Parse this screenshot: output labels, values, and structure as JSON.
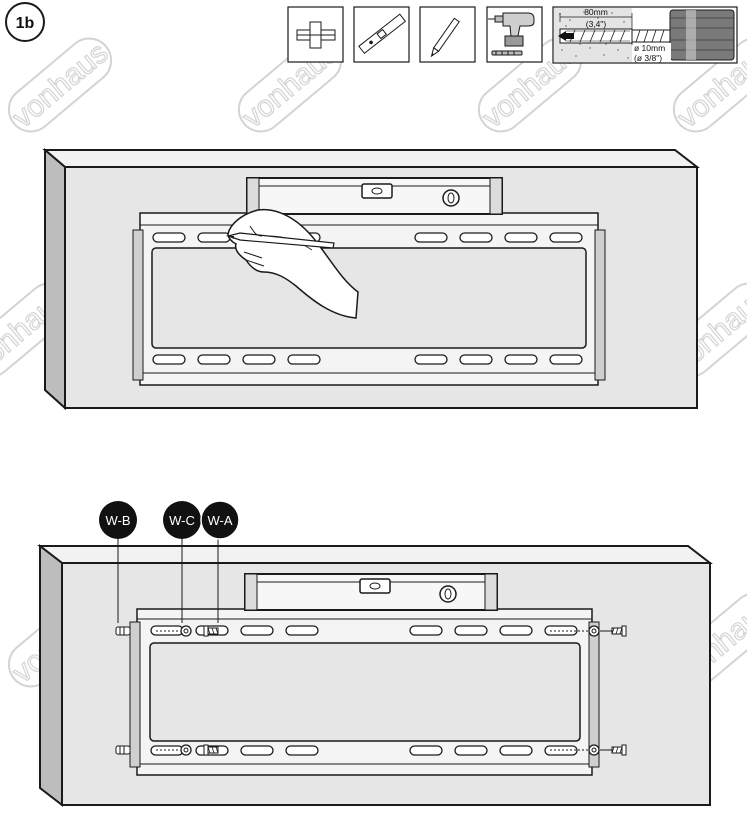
{
  "step": {
    "label": "1b"
  },
  "tools": [
    {
      "icon": "spacer-plate-icon"
    },
    {
      "icon": "spirit-level-icon"
    },
    {
      "icon": "pencil-icon"
    },
    {
      "icon": "power-drill-icon"
    },
    {
      "icon": "drill-depth-diagram-icon"
    }
  ],
  "drill_spec": {
    "depth_mm": "80mm",
    "depth_in": "(3,4\")",
    "diameter_mm": "ø 10mm",
    "diameter_in": "(ø 3/8\")"
  },
  "hardware_labels": {
    "wb": "W-B",
    "wc": "W-C",
    "wa": "W-A"
  },
  "watermark": {
    "text": "vonhaus"
  },
  "colors": {
    "wall": "#e6e6e6",
    "outline": "#1a1a1a",
    "badge": "#111111",
    "watermark": "#d4d4d4"
  }
}
